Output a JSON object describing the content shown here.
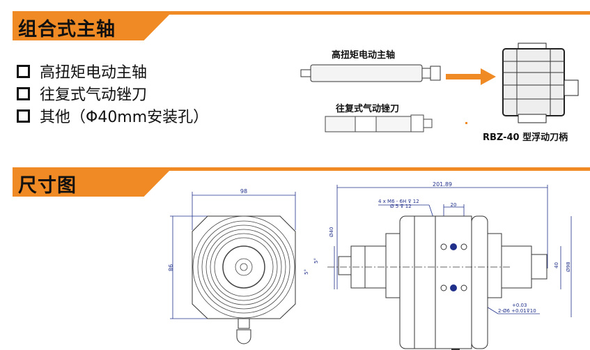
{
  "section1": {
    "title": "组合式主轴"
  },
  "bullets": [
    "高扭矩电动主轴",
    "往复式气动锉刀",
    "其他（Φ40mm安装孔）"
  ],
  "images": {
    "spindle_label": "高扭矩电动主轴",
    "file_label": "往复式气动锉刀",
    "holder_label": "RBZ-40 型浮动刀柄"
  },
  "section2": {
    "title": "尺寸图"
  },
  "dims": {
    "front_width": "98",
    "front_height": "98",
    "angle1": "5°",
    "angle2": "5°",
    "dia40": "Ø40",
    "overall": "201.89",
    "thread1": "4 x  M6 - 6H ⊽ 12",
    "thread2": "Ø 5 ⊽ 12",
    "spacing": "20",
    "height40": "40",
    "dia98": "Ø98",
    "tol_plus": "+0.03",
    "pin": "2-Ø6 +0.01⊽10"
  },
  "colors": {
    "accent": "#ef8a24",
    "dim": "#1f2f8a"
  }
}
